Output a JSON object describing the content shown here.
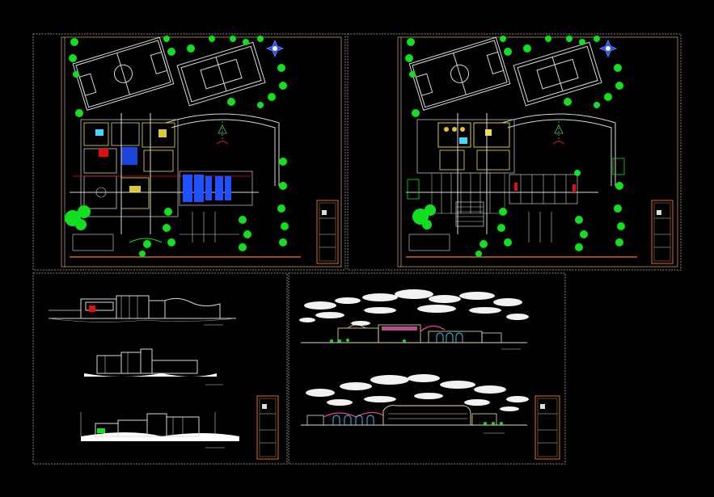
{
  "colors": {
    "background": "#000000",
    "sheet_border": "#8a8a8a",
    "frame": "#9a7a3a",
    "tree": "#10e020",
    "lines": "#d8d8d8",
    "accent_red": "#e01010",
    "accent_yellow": "#f0e040",
    "accent_blue": "#2050ff",
    "accent_cyan": "#40d8ff",
    "cloud": "#ffffff",
    "brown_path": "#9a4a20"
  },
  "sheets": [
    {
      "id": "site-plan-ground",
      "kind": "plan"
    },
    {
      "id": "site-plan-upper",
      "kind": "plan"
    },
    {
      "id": "sections",
      "kind": "sections"
    },
    {
      "id": "elevations",
      "kind": "elevations"
    }
  ],
  "icons": {
    "north_arrow": "compass-star-icon",
    "title_block": "title-block-icon"
  }
}
